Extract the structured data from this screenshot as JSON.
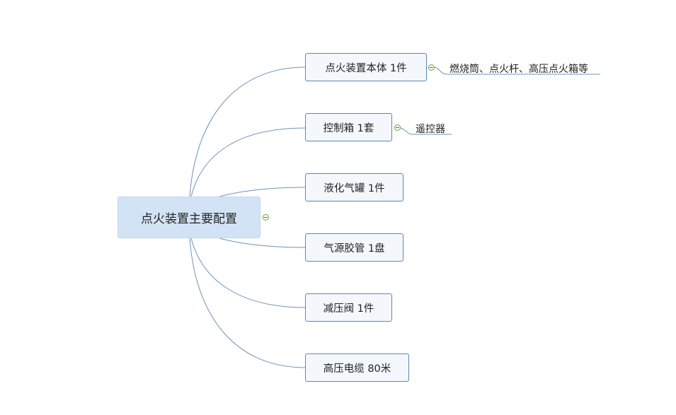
{
  "mindmap": {
    "root": {
      "label": "点火装置主要配置"
    },
    "branches": [
      {
        "label": "点火装置本体  1件",
        "children": [
          "燃烧筒、点火杆、高压点火箱等"
        ]
      },
      {
        "label": "控制箱  1套",
        "children": [
          "遥控器"
        ]
      },
      {
        "label": "液化气罐  1件",
        "children": []
      },
      {
        "label": "气源胶管  1盘",
        "children": []
      },
      {
        "label": "减压阀  1件",
        "children": []
      },
      {
        "label": "高压电缆  80米",
        "children": []
      }
    ]
  },
  "colors": {
    "root_fill": "#d2e3f5",
    "branch_border": "#5b87b6",
    "connector": "#6e93bb",
    "collapse_toggle": "#6aa62a"
  },
  "icons": {
    "collapse": "minus-circle-icon"
  }
}
